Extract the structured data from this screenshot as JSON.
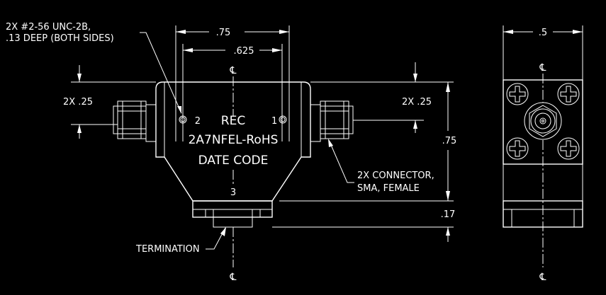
{
  "colors": {
    "background": "#000000",
    "linework": "#ffffff"
  },
  "notes": {
    "threaded_holes_line1": "2X #2-56 UNC-2B,",
    "threaded_holes_line2": ".13 DEEP (BOTH SIDES)",
    "connector_line1": "2X CONNECTOR,",
    "connector_line2": "SMA, FEMALE",
    "termination": "TERMINATION"
  },
  "body_text": {
    "line1": "REC",
    "line2": "2A7NFEL-RoHS",
    "line3": "DATE CODE"
  },
  "ports": {
    "port1": "1",
    "port2": "2",
    "port3": "3"
  },
  "dimensions": {
    "overall_width": ".75",
    "hole_spacing": ".625",
    "connector_height_left": "2X .25",
    "connector_height_right": "2X .25",
    "body_height": ".75",
    "termination_height": ".17",
    "side_width": ".5"
  },
  "centerline_symbol": "℄"
}
